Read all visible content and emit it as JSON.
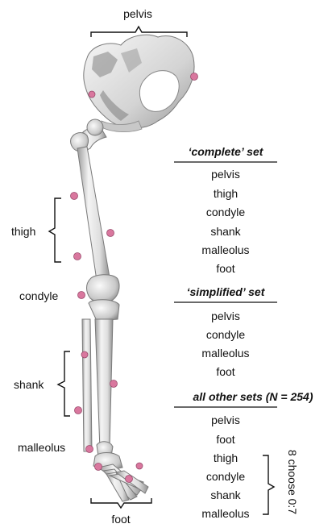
{
  "anatomy_labels": {
    "pelvis": "pelvis",
    "thigh": "thigh",
    "condyle": "condyle",
    "shank": "shank",
    "malleolus": "malleolus",
    "foot": "foot"
  },
  "sets": [
    {
      "title": "‘complete’ set",
      "items": [
        "pelvis",
        "thigh",
        "condyle",
        "shank",
        "malleolus",
        "foot"
      ]
    },
    {
      "title": "‘simplified’ set",
      "items": [
        "pelvis",
        "condyle",
        "malleolus",
        "foot"
      ]
    },
    {
      "title": "all other sets (N = 254)",
      "items": [
        "pelvis",
        "foot",
        "thigh",
        "condyle",
        "shank",
        "malleolus"
      ]
    }
  ],
  "combination_note": "8 choose 0:7",
  "colors": {
    "marker": "#d9779e",
    "bone_light": "#f2f2f2",
    "bone_shade": "#a9a9a9",
    "bone_edge": "#7a7a7a"
  }
}
